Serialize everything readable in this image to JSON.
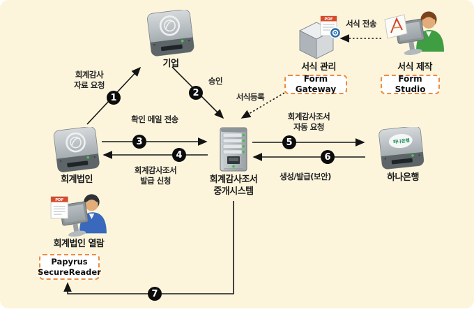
{
  "panel": {
    "bg": "#FCF5DC"
  },
  "colors": {
    "arrow": "#161616",
    "label_text": "#262626",
    "dashed_box_border": "#EE8B3E",
    "badge_bg": "#0c0c0c",
    "badge_fg": "#ffffff",
    "person_green_shirt": "#3f9e42",
    "person_blue_shirt": "#3968bd",
    "led_green": "#35c43c",
    "pdf_red": "#d84a2a",
    "hana_green": "#128a56"
  },
  "nodes": {
    "company": {
      "label": "기업",
      "icon": "hard-drive-globe-icon"
    },
    "form_management": {
      "label": "서식 관리",
      "icon": "cube-pdf-gear-icon",
      "pdf_label": "PDF",
      "product": "Form Gateway"
    },
    "form_creation": {
      "label": "서식 제작",
      "icon": "person-designer-icon",
      "product": "Form Studio"
    },
    "accounting_firm": {
      "label": "회계법인",
      "icon": "hard-drive-globe-icon"
    },
    "mediation_system": {
      "label_line1": "회계감사조서",
      "label_line2": "중개시스템",
      "icon": "server-tower-icon"
    },
    "hana_bank": {
      "label": "하나은행",
      "sticker_text": "하나은행",
      "icon": "hard-drive-sticker-icon"
    },
    "firm_viewer": {
      "label": "회계법인 열람",
      "icon": "person-reader-icon",
      "pdf_label": "PDF",
      "product_line1": "Papyrus",
      "product_line2": "SecureReader"
    }
  },
  "flows": {
    "f1": {
      "num": "1",
      "label_line1": "회계감사",
      "label_line2": "자료 요청"
    },
    "f2": {
      "num": "2",
      "label": "승인"
    },
    "f3": {
      "num": "3",
      "label": "확인 메일 전송"
    },
    "f4": {
      "num": "4",
      "label_line1": "회계감사조서",
      "label_line2": "발급 신청"
    },
    "f5": {
      "num": "5",
      "label_line1": "회계감사조서",
      "label_line2": "자동 요청"
    },
    "f6": {
      "num": "6",
      "label": "생성/발급(보안)"
    },
    "f7": {
      "num": "7"
    },
    "d1": {
      "label": "서식 전송"
    },
    "d2": {
      "label": "서식등록"
    }
  }
}
